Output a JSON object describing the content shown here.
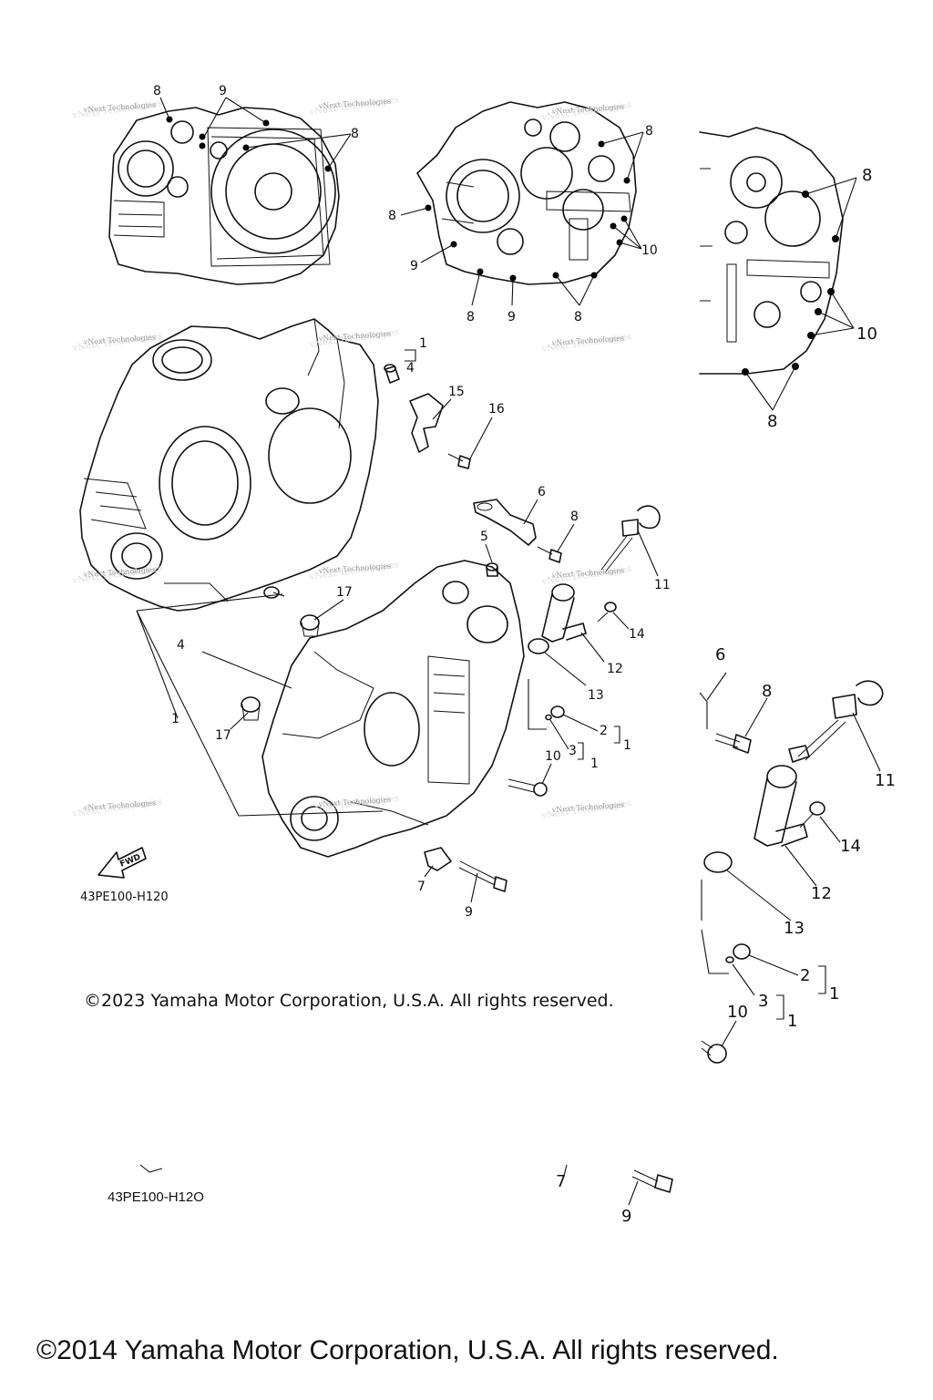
{
  "watermark": "vNext Technologies",
  "fwd_label": "FWD",
  "diagram_code_1": "43PE100-H120",
  "diagram_code_2": "43PE100-H12O",
  "copyright_2023": "©2023 Yamaha Motor Corporation, U.S.A. All rights reserved.",
  "copyright_2014": "©2014 Yamaha Motor Corporation, U.S.A. All rights reserved.",
  "callouts": {
    "c1": "1",
    "c2": "2",
    "c3": "3",
    "c4": "4",
    "c5": "5",
    "c6": "6",
    "c7": "7",
    "c8": "8",
    "c9": "9",
    "c10": "10",
    "c11": "11",
    "c12": "12",
    "c13": "13",
    "c14": "14",
    "c15": "15",
    "c16": "16",
    "c17": "17"
  }
}
